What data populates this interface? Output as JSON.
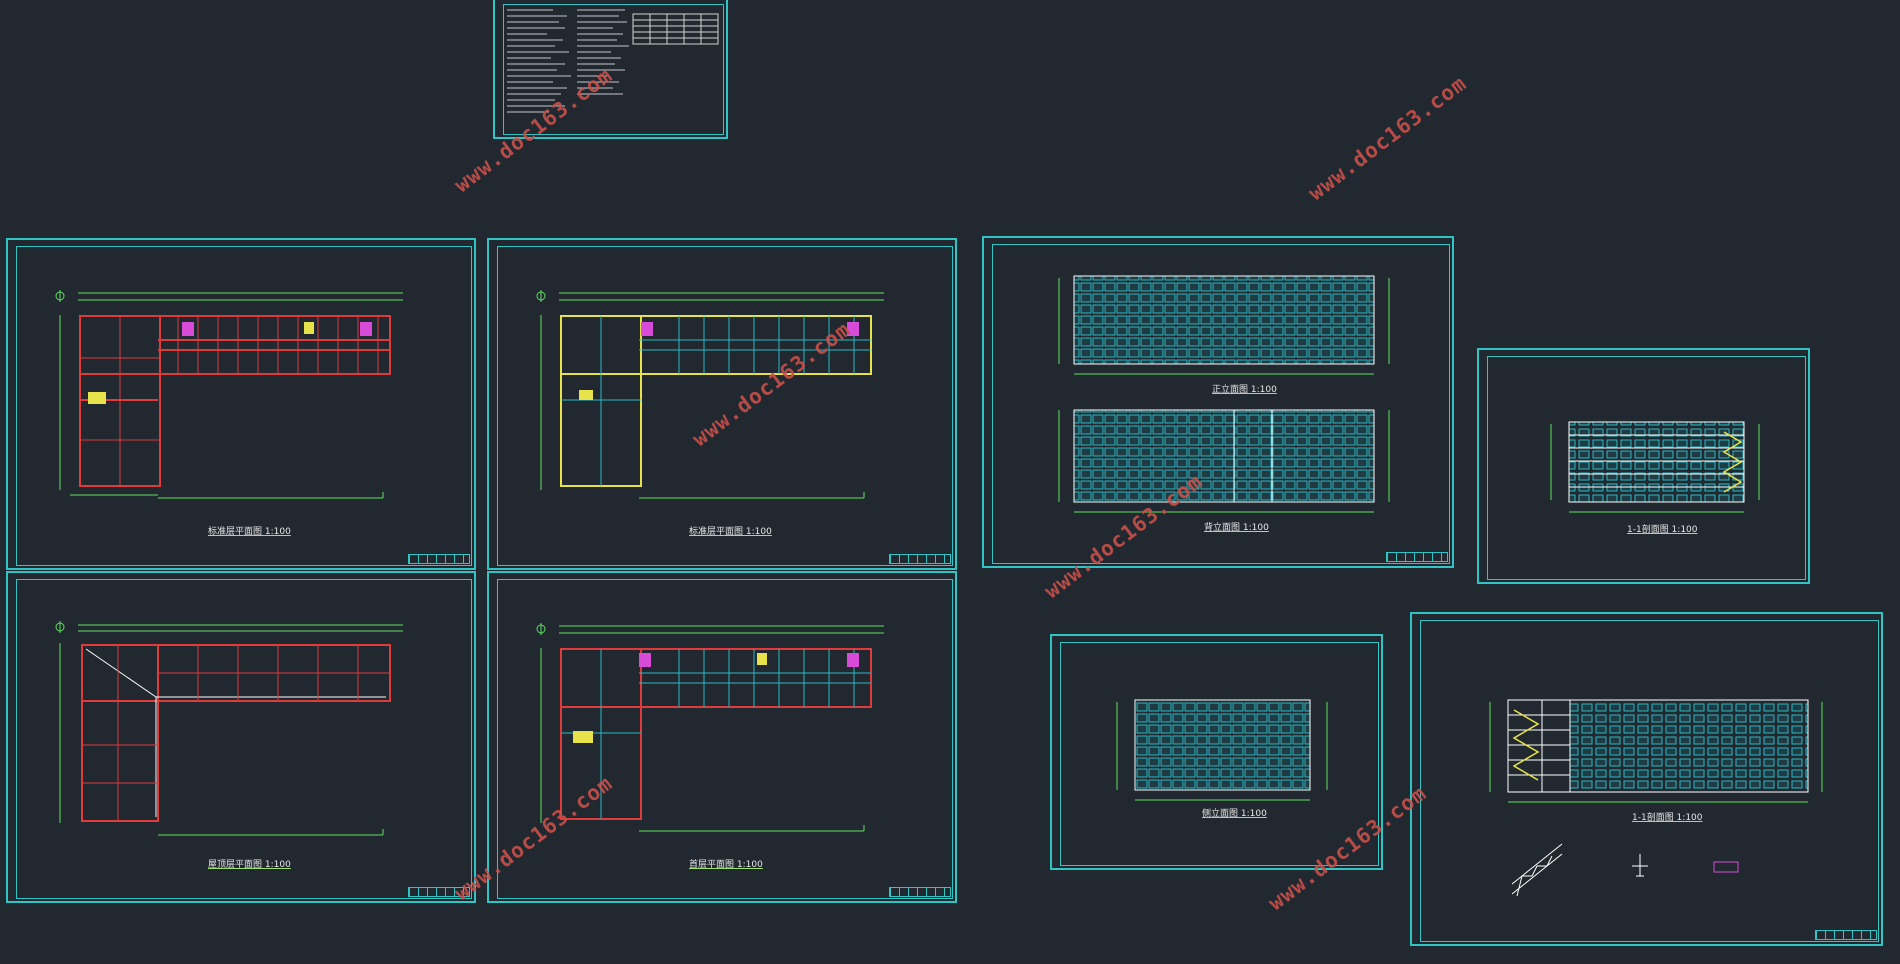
{
  "watermark": "www.doc163.com",
  "sheets": {
    "plan_standard": {
      "caption": "标准层平面图 1:100"
    },
    "plan_typical": {
      "caption": "标准层平面图 1:100"
    },
    "plan_roof": {
      "caption": "屋顶层平面图 1:100"
    },
    "plan_first": {
      "caption": "首层平面图 1:100"
    },
    "elev_south": {
      "caption": "正立面图 1:100"
    },
    "elev_north": {
      "caption": "背立面图 1:100"
    },
    "section_a": {
      "caption": "1-1剖面图 1:100"
    },
    "elev_side": {
      "caption": "侧立面图 1:100"
    },
    "section_b": {
      "caption": "1-1剖面图 1:100"
    }
  },
  "colors": {
    "background": "#212830",
    "frame": "#31c4c4",
    "wall": "#e03a3a",
    "dimension": "#5fe05f",
    "glazing": "#2bb8c4",
    "highlight": "#e8e24a",
    "stair": "#d84ad8",
    "watermark": "#c8504a"
  }
}
